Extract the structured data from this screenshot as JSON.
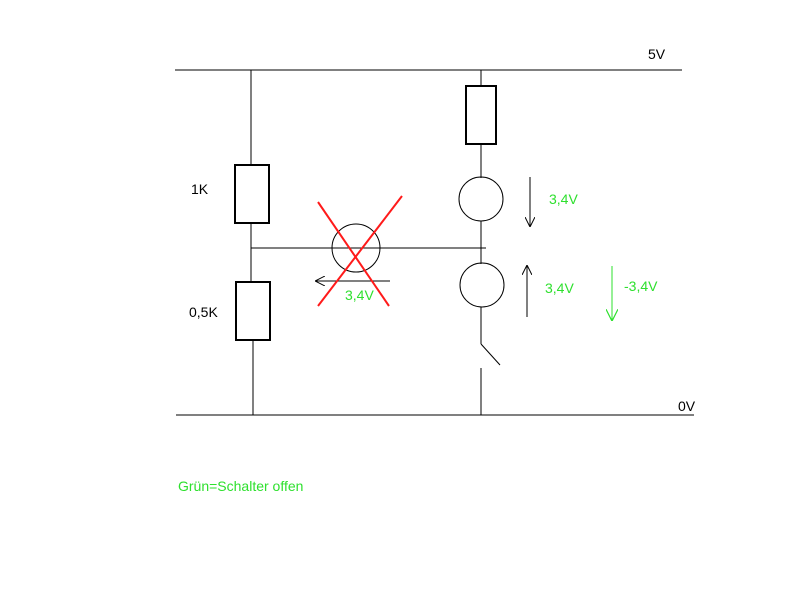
{
  "rails": {
    "top_label": "5V",
    "bottom_label": "0V"
  },
  "resistors": {
    "upper_label": "1K",
    "lower_label": "0,5K"
  },
  "voltages": {
    "upper_source": "3,4V",
    "lower_source": "3,4V",
    "crossed_source": "3,4V",
    "total": "-3,4V"
  },
  "legend": {
    "text": "Grün=Schalter offen"
  },
  "colors": {
    "wire": "#000000",
    "green_annotation": "#2ee02e",
    "cross_mark": "#ff1a1a",
    "background": "#ffffff"
  },
  "icons": {
    "voltage_source": "circle",
    "switch": "open-switch",
    "resistor": "rectangle",
    "cross": "x-mark"
  }
}
